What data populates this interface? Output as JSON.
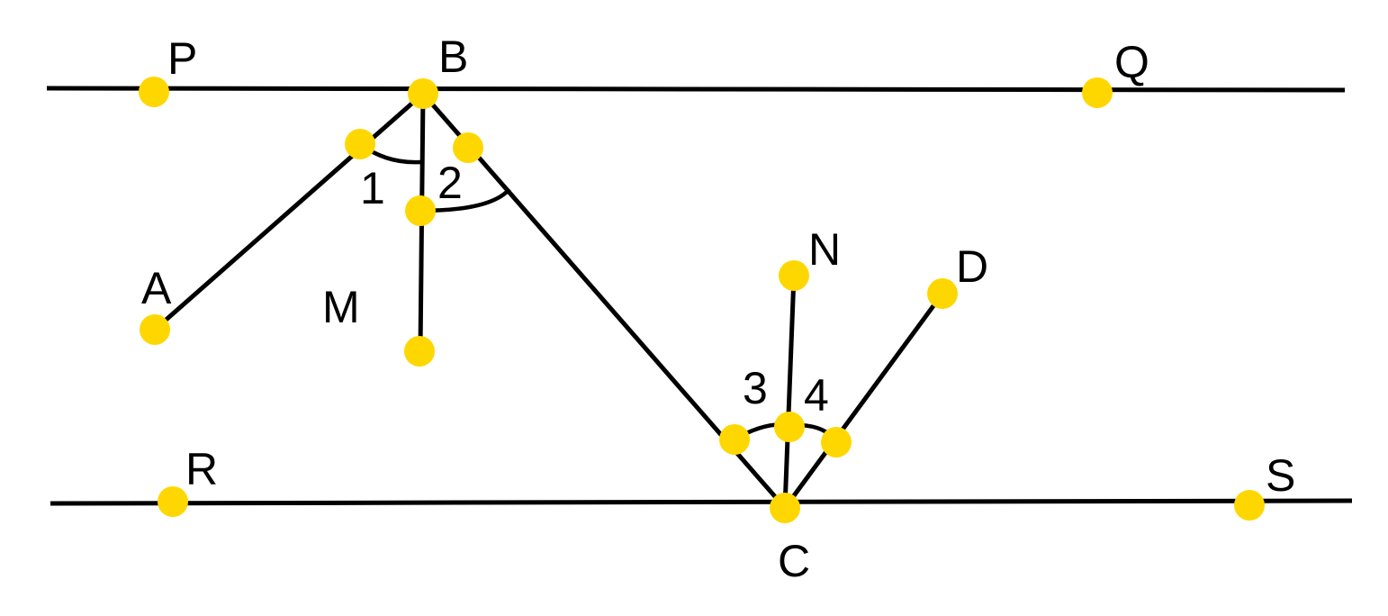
{
  "diagram": {
    "point_color": "#FFD700",
    "line_color": "#000000",
    "labels": {
      "P": "P",
      "B": "B",
      "Q": "Q",
      "A": "A",
      "M": "M",
      "N": "N",
      "D": "D",
      "R": "R",
      "S": "S",
      "C": "C"
    },
    "angle_labels": {
      "one": "1",
      "two": "2",
      "three": "3",
      "four": "4"
    }
  }
}
